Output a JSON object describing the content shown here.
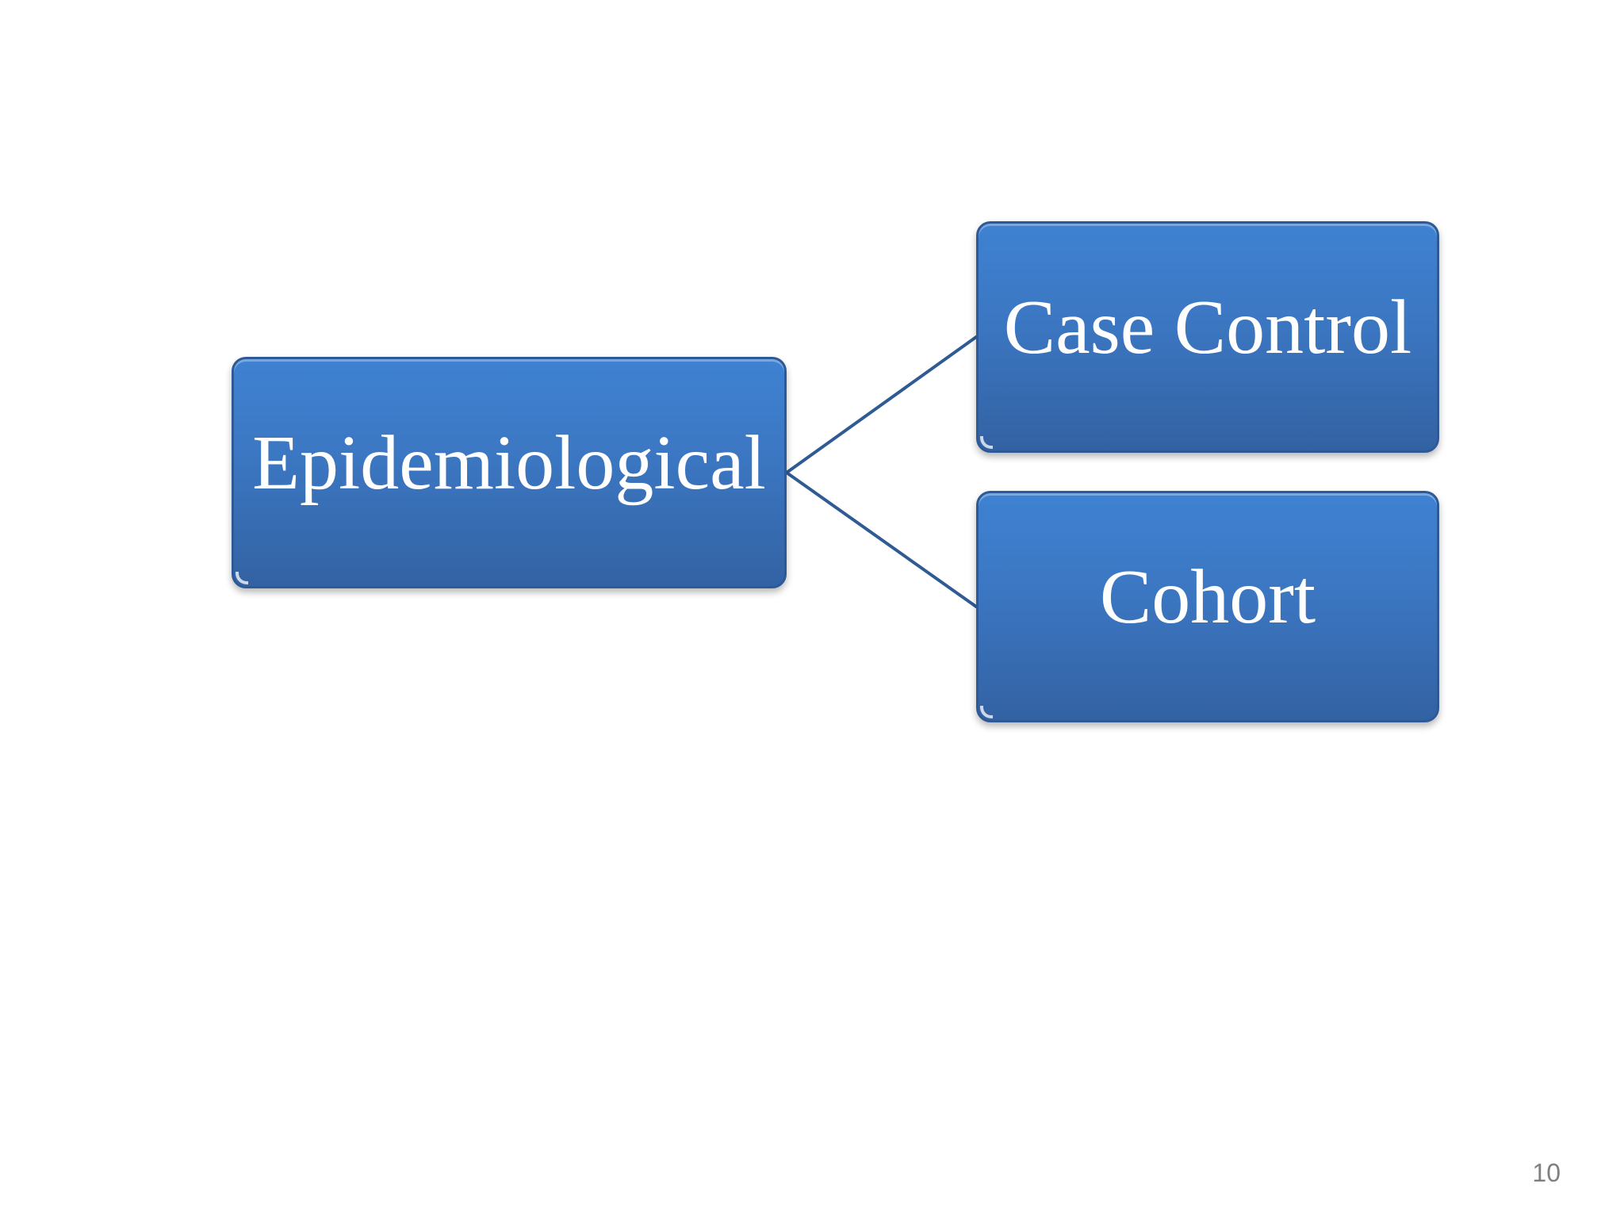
{
  "diagram": {
    "root": {
      "label": "Epidemiological"
    },
    "children": [
      {
        "label": "Case Control"
      },
      {
        "label": "Cohort"
      }
    ],
    "colors": {
      "box_fill_top": "#3f82d2",
      "box_fill_bottom": "#3362a3",
      "box_border": "#2d5a96",
      "connector": "#2f5b94",
      "text": "#ffffff"
    }
  },
  "page": {
    "number": "10"
  }
}
